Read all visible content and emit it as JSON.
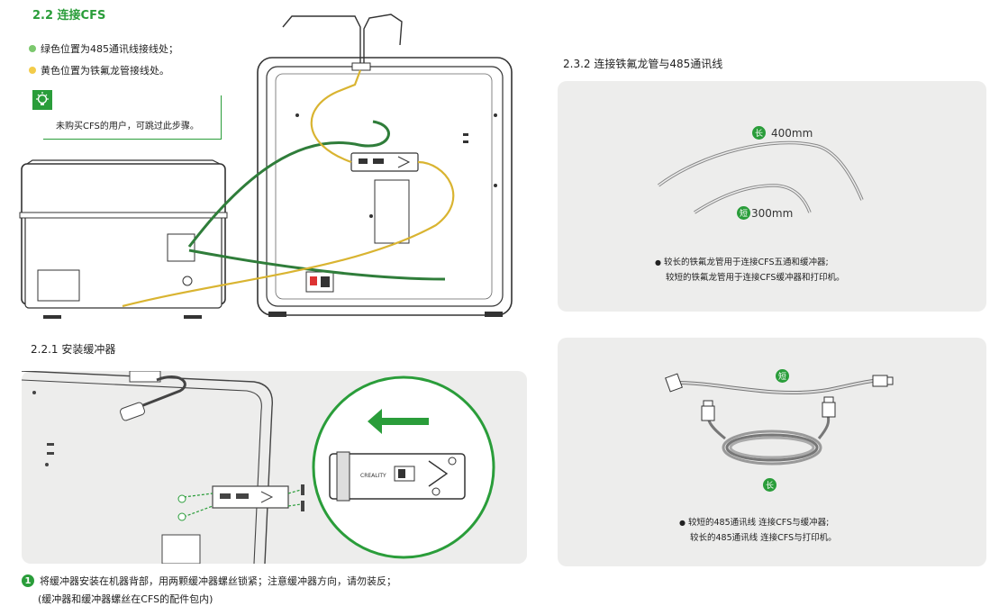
{
  "section": {
    "title": "2.2 连接CFS",
    "green_note": "绿色位置为485通讯线接线处；",
    "yellow_note": "黄色位置为铁氟龙管接线处。",
    "tip": "未购买CFS的用户，可跳过此步骤。"
  },
  "install": {
    "title": "2.2.1 安装缓冲器",
    "step_number": "1",
    "step_text": "将缓冲器安装在机器背部，用两颗缓冲器螺丝锁紧；注意缓冲器方向，请勿装反；",
    "step_note": "(缓冲器和缓冲器螺丝在CFS的配件包内)",
    "brand": "CREALITY"
  },
  "tubes": {
    "title": "2.3.2 连接铁氟龙管与485通讯线",
    "long_tag": "长",
    "long_len": "400mm",
    "short_tag": "短",
    "short_len": "300mm",
    "note1": "较长的铁氟龙管用于连接CFS五通和缓冲器;",
    "note2": "较短的铁氟龙管用于连接CFS缓冲器和打印机。"
  },
  "cables": {
    "short_tag": "短",
    "long_tag": "长",
    "note1": "较短的485通讯线 连接CFS与缓冲器;",
    "note2": "较长的485通讯线 连接CFS与打印机。"
  },
  "colors": {
    "accent_green": "#2a9d3a",
    "yellow": "#f0c419",
    "panel_bg": "#ededec"
  }
}
